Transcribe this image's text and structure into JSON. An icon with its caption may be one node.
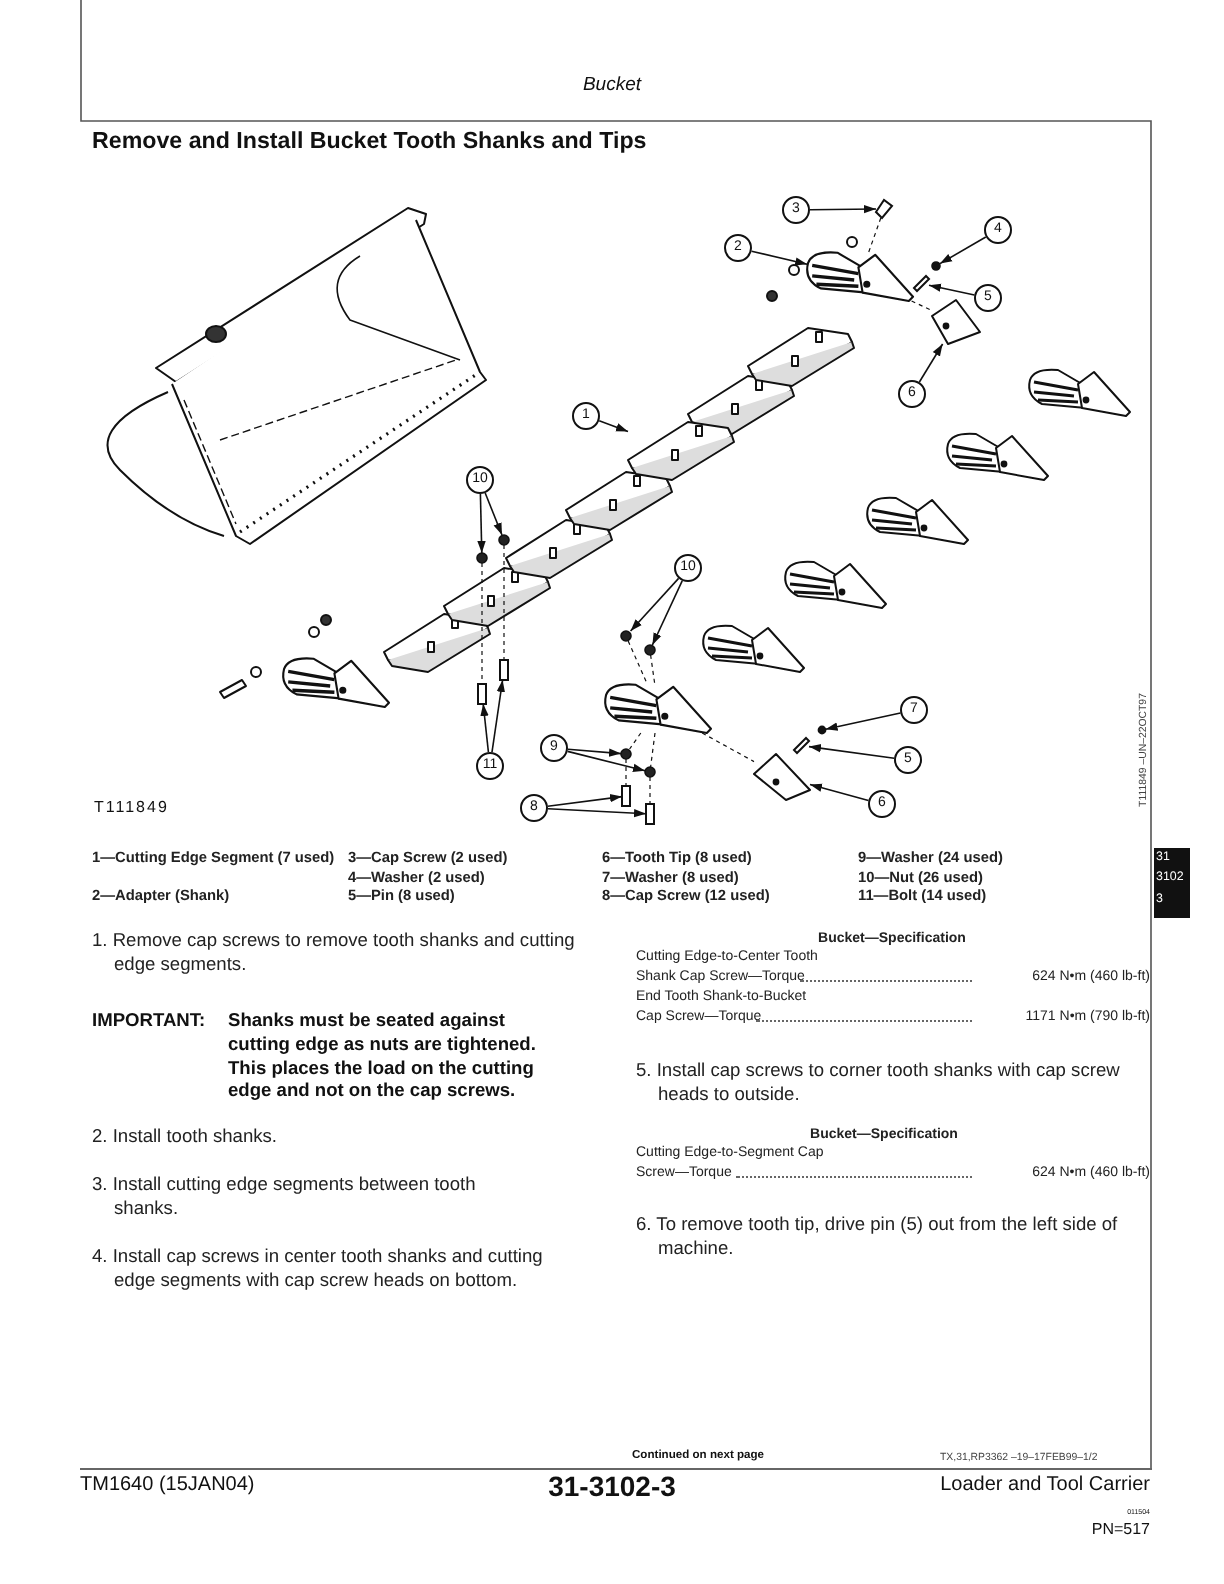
{
  "diagram": {
    "title": "Remove and Install Bucket Tooth Shanks and Tips",
    "nodes": [
      {
        "text": [
          "3"
        ]
      },
      {
        "text": [
          "4"
        ]
      },
      {
        "text": [
          "2"
        ]
      },
      {
        "text": [
          "5"
        ]
      },
      {
        "text": [
          "6"
        ]
      },
      {
        "text": [
          "1"
        ]
      },
      {
        "text": [
          "10"
        ]
      },
      {
        "text": [
          "10"
        ]
      },
      {
        "text": [
          "7"
        ]
      },
      {
        "text": [
          "9"
        ]
      },
      {
        "text": [
          "5"
        ]
      },
      {
        "text": [
          "11"
        ]
      },
      {
        "text": [
          "6"
        ]
      },
      {
        "text": [
          "8"
        ]
      },
      {
        "text": [],
        "shape": "box"
      },
      {
        "text": [],
        "shape": "circle"
      },
      {
        "text": [],
        "shape": "picture"
      },
      {
        "text": [],
        "shape": "box"
      },
      {
        "text": [],
        "shape": "picture"
      },
      {
        "text": [],
        "shape": "picture"
      },
      {
        "text": [],
        "shape": "circle"
      },
      {
        "text": [],
        "shape": "circle"
      },
      {
        "text": [],
        "shape": "circle"
      },
      {
        "text": [],
        "shape": "circle"
      },
      {
        "text": [],
        "shape": "circle"
      },
      {
        "text": [],
        "shape": "circle"
      },
      {
        "text": [],
        "shape": "circle"
      },
      {
        "text": [],
        "shape": "box"
      },
      {
        "text": [],
        "shape": "box"
      },
      {
        "text": [],
        "shape": "box"
      },
      {
        "text": [],
        "shape": "picture"
      },
      {
        "text": [],
        "shape": "box"
      },
      {
        "text": [],
        "shape": "box"
      },
      {
        "text": [],
        "shape": "picture"
      }
    ],
    "edges": [
      {
        "from": 0,
        "to": 14,
        "arrow": "to"
      },
      {
        "from": 1,
        "to": 15,
        "arrow": "to"
      },
      {
        "from": 2,
        "to": 16,
        "arrow": "to"
      },
      {
        "from": 3,
        "to": 17,
        "arrow": "to"
      },
      {
        "from": 4,
        "to": 18,
        "arrow": "to"
      },
      {
        "from": 5,
        "to": 19,
        "arrow": "to"
      },
      {
        "from": 6,
        "to": 20,
        "arrow": "to"
      },
      {
        "from": 6,
        "to": 21,
        "arrow": "to"
      },
      {
        "from": 7,
        "to": 22,
        "arrow": "to"
      },
      {
        "from": 7,
        "to": 23,
        "arrow": "to"
      },
      {
        "from": 8,
        "to": 24,
        "arrow": "to"
      },
      {
        "from": 9,
        "to": 25,
        "arrow": "to"
      },
      {
        "from": 9,
        "to": 26,
        "arrow": "to"
      },
      {
        "from": 10,
        "to": 27,
        "arrow": "to"
      },
      {
        "from": 11,
        "to": 28,
        "arrow": "to"
      },
      {
        "from": 11,
        "to": 29,
        "arrow": "to"
      },
      {
        "from": 12,
        "to": 30,
        "arrow": "to"
      },
      {
        "from": 13,
        "to": 31,
        "arrow": "to"
      },
      {
        "from": 13,
        "to": 32,
        "arrow": "to"
      },
      {
        "from": 14,
        "to": 16,
        "arrow": "none",
        "style": "dashed"
      },
      {
        "from": 16,
        "to": 18,
        "arrow": "none",
        "style": "dashed"
      },
      {
        "from": 33,
        "to": 30,
        "arrow": "none",
        "style": "dashed"
      },
      {
        "from": 22,
        "to": 33,
        "arrow": "none",
        "style": "dashed"
      },
      {
        "from": 25,
        "to": 31,
        "arrow": "none",
        "style": "dashed"
      },
      {
        "from": 23,
        "to": 33,
        "arrow": "none",
        "style": "dashed"
      },
      {
        "from": 26,
        "to": 32,
        "arrow": "none",
        "style": "dashed"
      },
      {
        "from": 20,
        "to": 28,
        "arrow": "none",
        "style": "dashed"
      },
      {
        "from": 21,
        "to": 29,
        "arrow": "none",
        "style": "dashed"
      },
      {
        "from": 33,
        "to": 25,
        "arrow": "none",
        "style": "dashed"
      },
      {
        "from": 33,
        "to": 26,
        "arrow": "none",
        "style": "dashed"
      }
    ],
    "labels": [
      "Bucket",
      "T111849",
      "T111849 –UN–22OCT97",
      "1—Cutting Edge Segment (7 used)",
      "2—Adapter (Shank)",
      "3—Cap Screw (2 used)",
      "4—Washer (2 used)",
      "5—Pin (8 used)",
      "6—Tooth Tip (8 used)",
      "7—Washer (8 used)",
      "8—Cap Screw (12 used)",
      "9—Washer (24 used)",
      "10—Nut (26 used)",
      "11—Bolt (14 used)",
      "31",
      "3102",
      "3",
      "1. Remove cap screws to remove tooth shanks and cutting edge segments.",
      "IMPORTANT:",
      "Shanks must be seated against cutting edge as nuts are tightened. This places the load on the cutting edge and not on the cap screws.",
      "2. Install tooth shanks.",
      "3. Install cutting edge segments between tooth shanks.",
      "4. Install cap screws in center tooth shanks and cutting edge segments with cap screw heads on bottom.",
      "Bucket—Specification",
      "Cutting Edge-to-Center Tooth Shank Cap Screw—Torque",
      "624 N•m (460 lb-ft)",
      "End Tooth Shank-to-Bucket Cap Screw—Torque",
      "1171 N•m (790 lb-ft)",
      "5. Install cap screws to corner tooth shanks with cap screw heads to outside.",
      "Bucket—Specification",
      "Cutting Edge-to-Segment Cap Screw—Torque",
      "624 N•m (460 lb-ft)",
      "6. To remove tooth tip, drive pin (5) out from the left side of machine.",
      "Continued on next page",
      "TX,31,RP3362 –19–17FEB99–1/2",
      "TM1640 (15JAN04)",
      "31-3102-3",
      "Loader and Tool Carrier",
      "011504",
      "PN=517"
    ]
  }
}
